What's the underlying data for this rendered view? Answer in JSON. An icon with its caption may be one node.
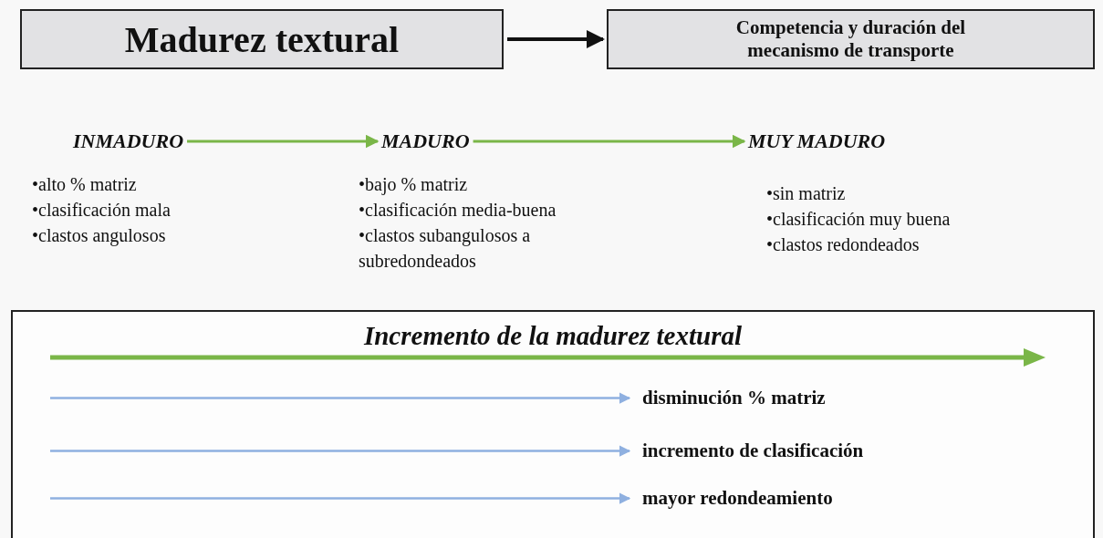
{
  "diagram": {
    "nodes": [
      {
        "text": [
          "Madurez textural"
        ]
      },
      {
        "text": [
          "Competencia y duración del mecanismo de transporte"
        ]
      },
      {
        "text": [
          "INMADURO"
        ],
        "beside": [
          "•alto % matriz",
          "•clasificación mala",
          "•clastos angulosos"
        ]
      },
      {
        "text": [
          "MADURO"
        ],
        "beside": [
          "•bajo % matriz",
          "•clasificación media-buena",
          "•clastos subangulosos a subredondeados"
        ]
      },
      {
        "text": [
          "MUY MADURO"
        ],
        "beside": [
          "•sin matriz",
          "•clasificación muy buena",
          "•clastos redondeados"
        ]
      },
      {
        "text": [
          "Incremento de la madurez textural"
        ]
      },
      {
        "text": [
          "disminución % matriz"
        ],
        "in": 5
      },
      {
        "text": [
          "incremento de clasificación"
        ],
        "in": 5
      },
      {
        "text": [
          "mayor redondeamiento"
        ],
        "in": 5
      }
    ],
    "edges": [
      {
        "from": 0,
        "to": 1,
        "arrow": "to",
        "color": "#111111"
      },
      {
        "from": 2,
        "to": 3,
        "arrow": "to",
        "color": "#7ab648"
      },
      {
        "from": 3,
        "to": 4,
        "arrow": "to",
        "color": "#7ab648"
      },
      {
        "from": null,
        "to": 6,
        "arrow": "to",
        "color": "#8fb0e0"
      },
      {
        "from": null,
        "to": 7,
        "arrow": "to",
        "color": "#8fb0e0"
      },
      {
        "from": null,
        "to": 8,
        "arrow": "to",
        "color": "#8fb0e0"
      }
    ]
  }
}
